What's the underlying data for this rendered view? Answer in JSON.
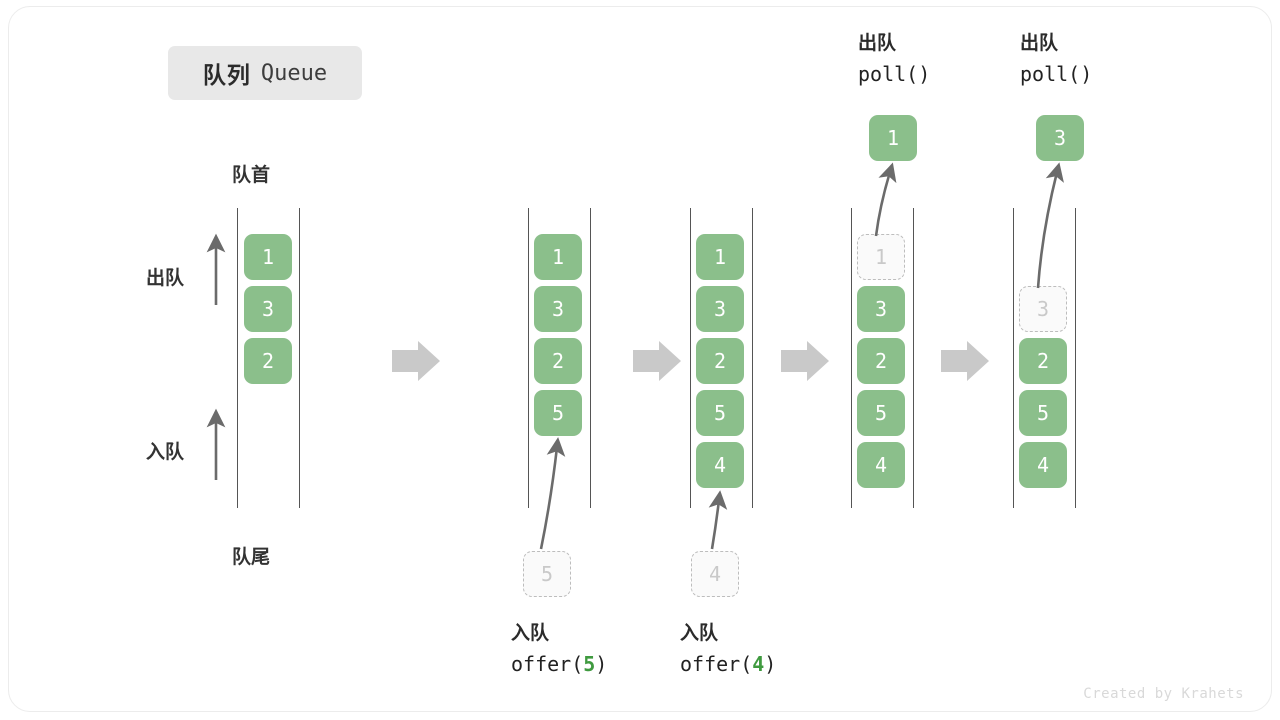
{
  "title": {
    "cn": "队列",
    "en": "Queue"
  },
  "labels": {
    "head": "队首",
    "tail": "队尾",
    "dequeue": "出队",
    "enqueue": "入队"
  },
  "watermark": "Created by Krahets",
  "colors": {
    "element": "#8bbf8b",
    "element_text": "#ffffff",
    "ghost_border": "#bdbdbd",
    "ghost_text": "#c9c9c9",
    "rail": "#555555",
    "arrow": "#6b6b6b",
    "flow_arrow": "#c9c9c9",
    "accent_code": "#3f9a3f",
    "badge_bg": "#e8e8e8"
  },
  "panels": [
    {
      "id": "initial",
      "cells": [
        "1",
        "3",
        "2"
      ],
      "ghost": null,
      "label_top": null
    },
    {
      "id": "after-offer-5",
      "cells": [
        "1",
        "3",
        "2",
        "5"
      ],
      "ghost": null,
      "incoming": {
        "value": "5",
        "op_cn": "入队",
        "op_code_prefix": "offer(",
        "op_code_arg": "5",
        "op_code_suffix": ")"
      }
    },
    {
      "id": "after-offer-4",
      "cells": [
        "1",
        "3",
        "2",
        "5",
        "4"
      ],
      "ghost": null,
      "incoming": {
        "value": "4",
        "op_cn": "入队",
        "op_code_prefix": "offer(",
        "op_code_arg": "4",
        "op_code_suffix": ")"
      }
    },
    {
      "id": "after-poll-1",
      "cells": [
        "3",
        "2",
        "5",
        "4"
      ],
      "ghost": {
        "value": "1",
        "slot": 0
      },
      "outgoing": {
        "value": "1",
        "op_cn": "出队",
        "op_code": "poll()"
      }
    },
    {
      "id": "after-poll-3",
      "cells": [
        "2",
        "5",
        "4"
      ],
      "ghost": {
        "value": "3",
        "slot": 1
      },
      "outgoing": {
        "value": "3",
        "op_cn": "出队",
        "op_code": "poll()"
      }
    }
  ],
  "flow_arrows": 4
}
